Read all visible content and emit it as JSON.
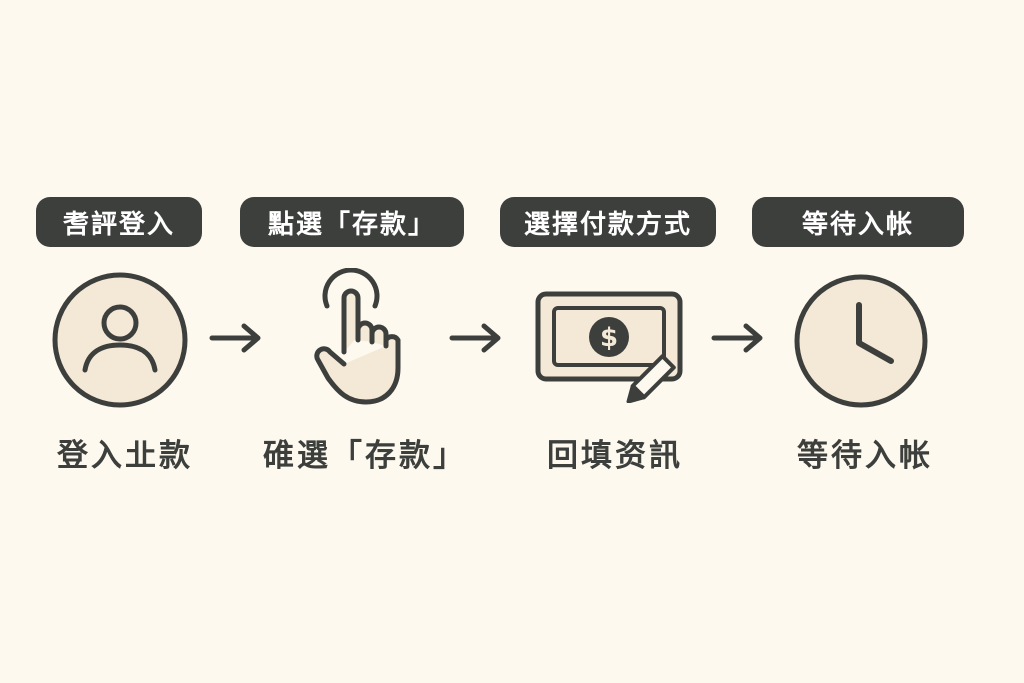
{
  "theme": {
    "background": "#fdf9ef",
    "dark": "#3d3f3d",
    "icon_fill": "#f4e8d6",
    "pill_text": "#ffffff"
  },
  "steps": [
    {
      "pill": "㖈評登入",
      "caption": "登入㐀款",
      "icon": "user-icon"
    },
    {
      "pill": "點選「存款」",
      "caption": "碓選「存款」",
      "icon": "tap-hand-icon"
    },
    {
      "pill": "選擇付款方式",
      "caption": "回填资訊",
      "icon": "money-bill-pen-icon"
    },
    {
      "pill": "等待入帐",
      "caption": "等待入帐",
      "icon": "clock-icon"
    }
  ]
}
